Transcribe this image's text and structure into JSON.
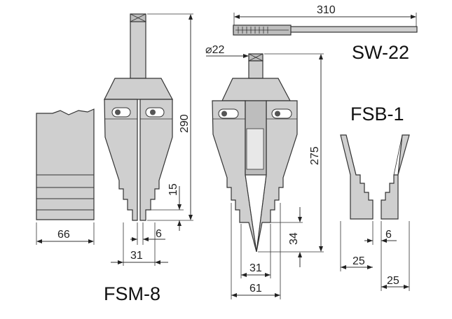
{
  "labels": {
    "fsm": "FSM-8",
    "sw": "SW-22",
    "fsb": "FSB-1"
  },
  "dimensions": {
    "w66": "66",
    "h290": "290",
    "d15": "15",
    "d6a": "6",
    "d31a": "31",
    "h275": "275",
    "d34": "34",
    "d31b": "31",
    "d61": "61",
    "d310": "310",
    "dia22": "⌀22",
    "d6b": "6",
    "d25a": "25",
    "d25b": "25"
  },
  "colors": {
    "metal": "#cfcfcf",
    "metal_dark": "#bdbdbd",
    "line": "#333333"
  }
}
